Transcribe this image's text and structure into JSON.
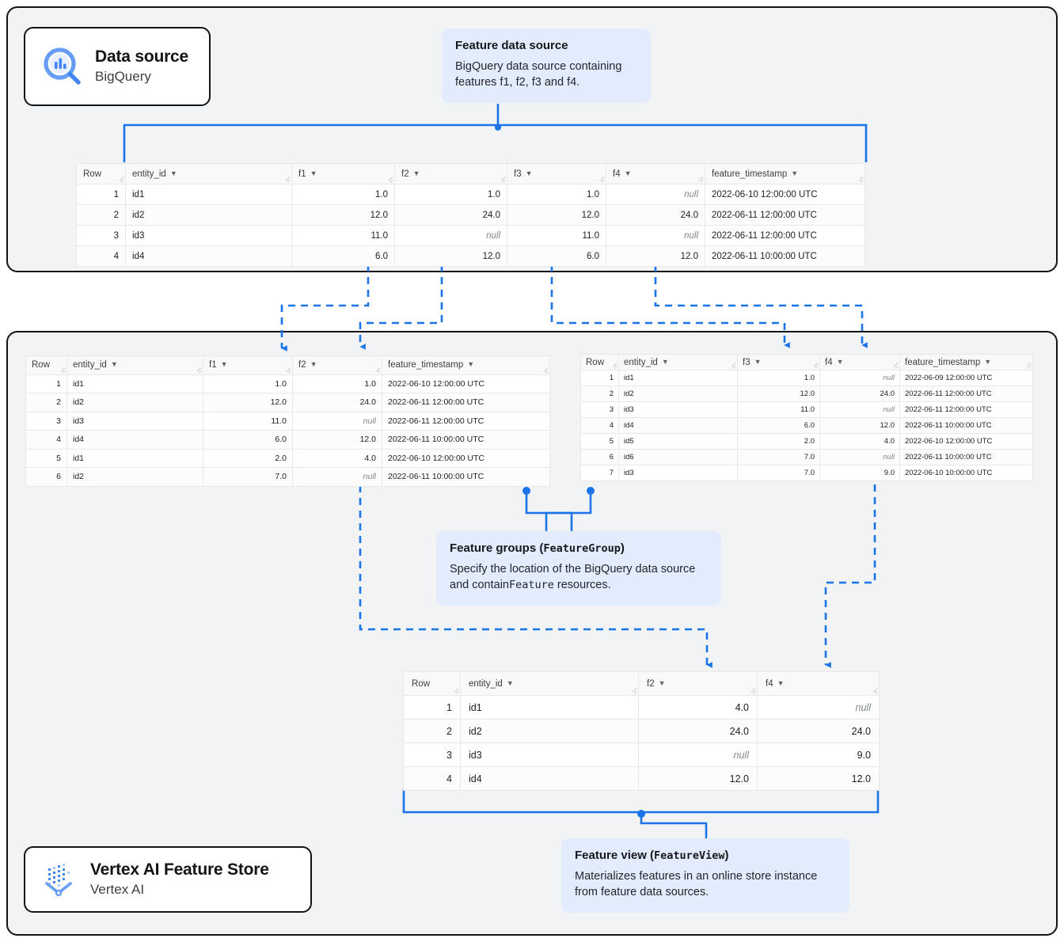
{
  "page": {
    "accent": "#1a73e8",
    "callout_bg": "#e3ecfd",
    "panel_bg": "#f1f3f4"
  },
  "chips": {
    "data_source": {
      "title": "Data source",
      "subtitle": "BigQuery",
      "icon": "bigquery-icon"
    },
    "feature_store": {
      "title": "Vertex AI Feature Store",
      "subtitle": "Vertex AI",
      "icon": "vertex-ai-icon"
    }
  },
  "callouts": {
    "feature_data_source": {
      "title": "Feature data source",
      "body": "BigQuery data source containing features f1, f2, f3 and f4."
    },
    "feature_groups": {
      "title_text": "Feature groups (",
      "title_code": "FeatureGroup",
      "title_tail": ")",
      "body_pre": "Specify the location of the BigQuery data source and contain",
      "body_code": "Feature",
      "body_post": " resources."
    },
    "feature_view": {
      "title_text": "Feature view (",
      "title_code": "FeatureView",
      "title_tail": ")",
      "body": "Materializes features in an online store instance from feature data sources."
    }
  },
  "tables": {
    "source": {
      "name": "feature-data-source-table",
      "columns": [
        "Row",
        "entity_id",
        "f1",
        "f2",
        "f3",
        "f4",
        "feature_timestamp"
      ],
      "rows": [
        [
          "1",
          "id1",
          "1.0",
          "1.0",
          "1.0",
          "null",
          "2022-06-10 12:00:00 UTC"
        ],
        [
          "2",
          "id2",
          "12.0",
          "24.0",
          "12.0",
          "24.0",
          "2022-06-11 12:00:00 UTC"
        ],
        [
          "3",
          "id3",
          "11.0",
          "null",
          "11.0",
          "null",
          "2022-06-11 12:00:00 UTC"
        ],
        [
          "4",
          "id4",
          "6.0",
          "12.0",
          "6.0",
          "12.0",
          "2022-06-11 10:00:00 UTC"
        ]
      ]
    },
    "feature_group_1": {
      "name": "feature-group-1-table",
      "columns": [
        "Row",
        "entity_id",
        "f1",
        "f2",
        "feature_timestamp"
      ],
      "rows": [
        [
          "1",
          "id1",
          "1.0",
          "1.0",
          "2022-06-10 12:00:00 UTC"
        ],
        [
          "2",
          "id2",
          "12.0",
          "24.0",
          "2022-06-11 12:00:00 UTC"
        ],
        [
          "3",
          "id3",
          "11.0",
          "null",
          "2022-06-11 12:00:00 UTC"
        ],
        [
          "4",
          "id4",
          "6.0",
          "12.0",
          "2022-06-11 10:00:00 UTC"
        ],
        [
          "5",
          "id1",
          "2.0",
          "4.0",
          "2022-06-10 12:00:00 UTC"
        ],
        [
          "6",
          "id2",
          "7.0",
          "null",
          "2022-06-11 10:00:00 UTC"
        ]
      ]
    },
    "feature_group_2": {
      "name": "feature-group-2-table",
      "columns": [
        "Row",
        "entity_id",
        "f3",
        "f4",
        "feature_timestamp"
      ],
      "rows": [
        [
          "1",
          "id1",
          "1.0",
          "null",
          "2022-06-09 12:00:00 UTC"
        ],
        [
          "2",
          "id2",
          "12.0",
          "24.0",
          "2022-06-11 12:00:00 UTC"
        ],
        [
          "3",
          "id3",
          "11.0",
          "null",
          "2022-06-11 12:00:00 UTC"
        ],
        [
          "4",
          "id4",
          "6.0",
          "12.0",
          "2022-06-11 10:00:00 UTC"
        ],
        [
          "5",
          "id5",
          "2.0",
          "4.0",
          "2022-06-10 12:00:00 UTC"
        ],
        [
          "6",
          "id6",
          "7.0",
          "null",
          "2022-06-11 10:00:00 UTC"
        ],
        [
          "7",
          "id3",
          "7.0",
          "9.0",
          "2022-06-10 10:00:00 UTC"
        ]
      ]
    },
    "feature_view": {
      "name": "feature-view-table",
      "columns": [
        "Row",
        "entity_id",
        "f2",
        "f4"
      ],
      "rows": [
        [
          "1",
          "id1",
          "4.0",
          "null"
        ],
        [
          "2",
          "id2",
          "24.0",
          "24.0"
        ],
        [
          "3",
          "id3",
          "null",
          "9.0"
        ],
        [
          "4",
          "id4",
          "12.0",
          "12.0"
        ]
      ]
    }
  }
}
